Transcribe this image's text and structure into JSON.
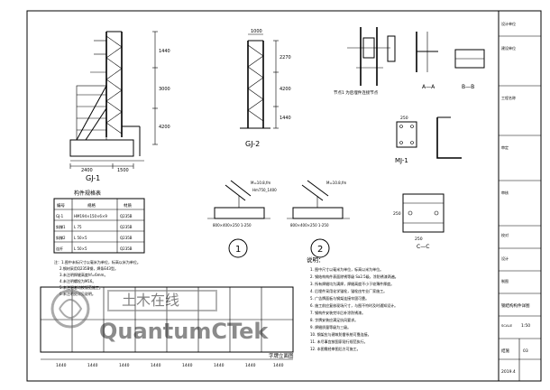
{
  "views": {
    "gj1": {
      "label": "GJ-1",
      "dims_bottom": [
        "2400",
        "1500"
      ],
      "dims_right": [
        "1440",
        "3000",
        "4200"
      ]
    },
    "gj2": {
      "label": "GJ-2",
      "dims_top": [
        "1000"
      ],
      "dims_side": [
        "2270",
        "4200",
        "1440"
      ]
    },
    "mj1": {
      "label": "MJ-1",
      "dims": [
        "250"
      ]
    },
    "aa": {
      "label": "A—A"
    },
    "bb": {
      "label": "B—B"
    },
    "cc": {
      "label": "C—C",
      "dims": [
        "250",
        "250"
      ]
    },
    "node_label": "节点1 为后埋件连接节点",
    "detail1": {
      "number": "1",
      "notes": [
        "M=10.8,fm",
        "Hm750_1400",
        "800×400×250 1-250"
      ]
    },
    "detail2": {
      "number": "2",
      "notes": [
        "M=10.8,fm",
        "800×400×250 1-250"
      ]
    },
    "front_elevation": {
      "label": "字牌立面图",
      "dims": [
        "1440",
        "1440",
        "1440",
        "1440",
        "1440",
        "1440",
        "1440",
        "1440"
      ]
    }
  },
  "materials_table": {
    "title": "构件规格表",
    "headers": [
      "编号",
      "规格",
      "材质"
    ],
    "rows": [
      [
        "GJ-1",
        "HM194×150×6×9",
        "Q235B"
      ],
      [
        "斜撑1",
        "L 75",
        "Q235B"
      ],
      [
        "斜撑2",
        "L 50×5",
        "Q235B"
      ],
      [
        "连杆",
        "L 50×5",
        "Q235B"
      ]
    ]
  },
  "notes_left": [
    "注：1.图中未标尺寸以毫米为单位，标高以米为单位。",
    "2.钢材采用Q235B钢，焊条E43型。",
    "3.未注明焊缝高度hf=6mm。",
    "4.未注明螺栓为M16。",
    "5.未注明者均按规范施工。",
    "6.未注明处详见说明。"
  ],
  "instructions": {
    "title": "说明：",
    "items": [
      "1. 图中尺寸以毫米为单位，标高以米为单位。",
      "2. 钢结构构件表面除锈等级 Sa2.5级，涂防锈漆两遍。",
      "3. 所有焊缝均为满焊，焊缝高度不小于较薄件厚度。",
      "4. 后埋件采用化学锚栓，锚栓由专业厂家施工。",
      "5. 广告牌面板与钢架连接牢固可靠。",
      "6. 施工前应复核现场尺寸，与图不符时及时通知设计。",
      "7. 钢构件安装完毕后补涂防锈漆。",
      "8. 字牌安装应满足抗风要求。",
      "9. 焊缝质量等级为三级。",
      "10. 钢架应与建筑防雷系统可靠连接。",
      "11. 未尽事宜按国家现行规范执行。",
      "12. 本图需经审图后方可施工。"
    ]
  },
  "watermark": {
    "text": "QuantumCTek",
    "overlay_text": "土木在线"
  },
  "title_block": {
    "rows": [
      {
        "label": "设计单位",
        "value": ""
      },
      {
        "label": "建设单位",
        "value": ""
      },
      {
        "label": "工程名称",
        "value": ""
      },
      {
        "label": "审定",
        "value": ""
      },
      {
        "label": "审核",
        "value": ""
      },
      {
        "label": "校对",
        "value": ""
      },
      {
        "label": "设计",
        "value": ""
      },
      {
        "label": "制图",
        "value": ""
      }
    ],
    "drawing_title": "钢结构构件详图",
    "scale_label": "SCALE",
    "scale_value": "1:50",
    "sheet_label": "结施",
    "sheet_no": "03",
    "date": "2019.4"
  }
}
